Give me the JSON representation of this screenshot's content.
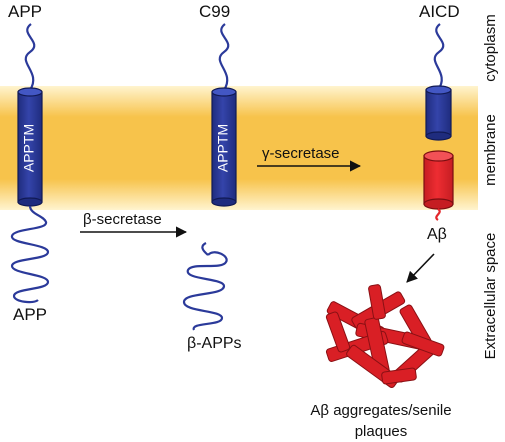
{
  "labels": {
    "app_top": "APP",
    "c99": "C99",
    "aicd": "AICD",
    "apptm_left": "APPTM",
    "apptm_middle": "APPTM",
    "beta_secretase": "β-secretase",
    "gamma_secretase": "γ-secretase",
    "app_bottom": "APP",
    "beta_apps": "β-APPs",
    "abeta": "Aβ",
    "aggregates_line1": "Aβ aggregates/senile",
    "aggregates_line2": "plaques"
  },
  "regions": {
    "cytoplasm": "cytoplasm",
    "membrane": "membrane",
    "extracellular": "Extracellular space"
  },
  "colors": {
    "membrane_band": "#f7c34b",
    "membrane_fade": "#fff4cf",
    "app_blue": "#2b3a9a",
    "app_blue_top": "#4357c4",
    "abeta_red": "#e3262b",
    "abeta_red_top": "#f25156",
    "aggregate_red": "#d91f25"
  }
}
